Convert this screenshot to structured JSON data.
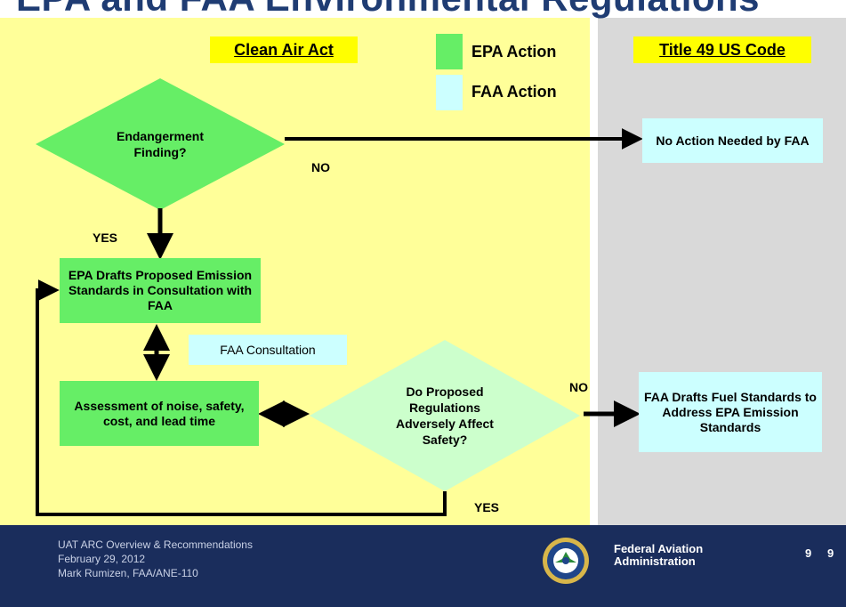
{
  "title": "EPA and FAA Environmental Regulations",
  "headers": {
    "left": "Clean Air Act",
    "right": "Title 49 US Code"
  },
  "legend": [
    {
      "label": "EPA Action",
      "color": "#66ee66"
    },
    {
      "label": "FAA Action",
      "color": "#ccffff"
    }
  ],
  "nodes": {
    "endangerment": "Endangerment Finding?",
    "no_action": "No Action Needed by FAA",
    "epa_drafts": "EPA Drafts Proposed Emission Standards in Consultation with FAA",
    "consultation": "FAA Consultation",
    "assessment": "Assessment of noise, safety, cost, and lead time",
    "safety": "Do Proposed Regulations Adversely Affect Safety?",
    "faa_drafts": "FAA Drafts Fuel Standards to Address EPA Emission Standards"
  },
  "edge_labels": {
    "no1": "NO",
    "yes1": "YES",
    "no2": "NO",
    "yes2": "YES"
  },
  "footer": {
    "line1": "UAT ARC Overview  & Recommendations",
    "line2": "February 29, 2012",
    "line3": "Mark Rumizen, FAA/ANE-110",
    "agency_line1": "Federal Aviation",
    "agency_line2": "Administration",
    "page_a": "9",
    "page_b": "9"
  }
}
